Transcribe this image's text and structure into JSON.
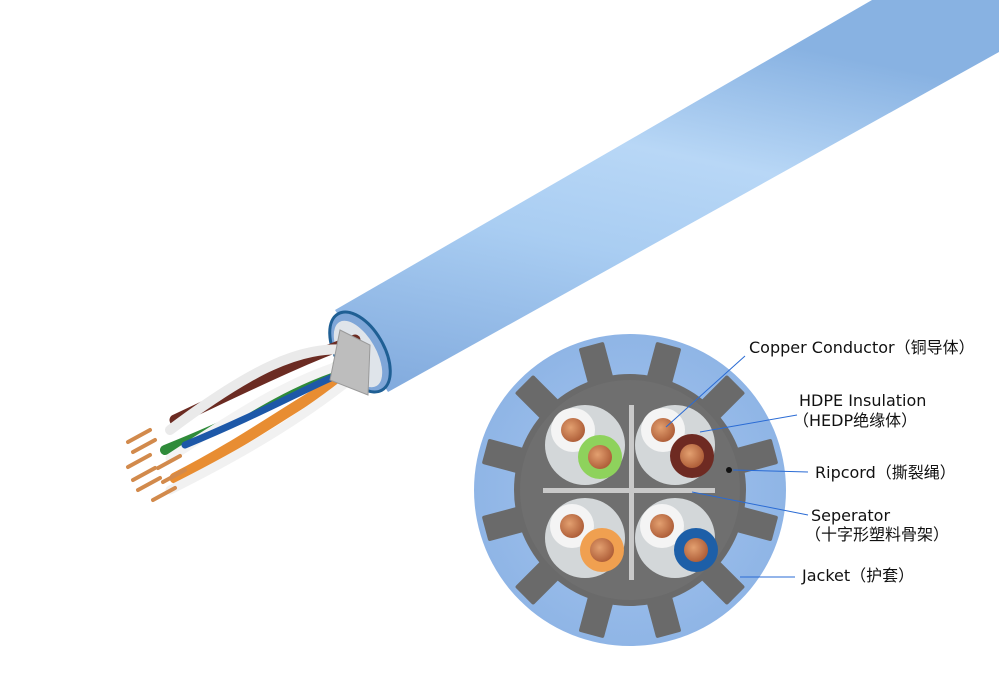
{
  "labels": {
    "copper": "Copper Conductor（铜导体）",
    "hdpe_line1": "HDPE Insulation",
    "hdpe_line2": "（HEDP绝缘体）",
    "ripcord": "Ripcord（撕裂绳）",
    "separator_line1": "Seperator",
    "separator_line2": "（十字形塑料骨架）",
    "jacket": "Jacket（护套）"
  },
  "colors": {
    "jacket_blue": "#9dc3ec",
    "jacket_dark": "#6e9ed6",
    "filler_gray": "#6a6a6a",
    "core_gray": "#6f6f6f",
    "copper": "#c87a4a",
    "pair_green": "#7ec94f",
    "pair_brown": "#6e2a22",
    "pair_orange": "#f0a050",
    "pair_blue": "#1d5fa8",
    "leader_line": "#2a6bd4"
  }
}
